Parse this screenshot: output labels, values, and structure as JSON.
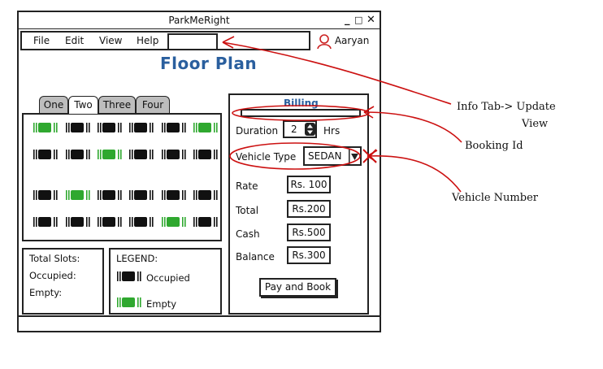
{
  "window": {
    "title": "ParkMeRight",
    "controls": {
      "minimize": "_",
      "maximize": "□",
      "close": "✕"
    }
  },
  "menu": {
    "items": [
      "File",
      "Edit",
      "View",
      "Help"
    ]
  },
  "user": {
    "name": "Aaryan",
    "icon": "user-icon"
  },
  "page": {
    "title": "Floor Plan"
  },
  "floors": {
    "tabs": [
      "One",
      "Two",
      "Three",
      "Four"
    ],
    "active": "Two"
  },
  "slots": {
    "rows": [
      [
        "empty",
        "occupied",
        "occupied",
        "occupied",
        "occupied",
        "empty"
      ],
      [
        "occupied",
        "occupied",
        "empty",
        "occupied",
        "occupied",
        "occupied"
      ],
      [
        "occupied",
        "empty",
        "occupied",
        "occupied",
        "occupied",
        "occupied"
      ],
      [
        "occupied",
        "occupied",
        "occupied",
        "occupied",
        "empty",
        "occupied"
      ]
    ],
    "colors": {
      "occupied": "#111111",
      "empty": "#2fa82f"
    }
  },
  "stats": {
    "total_label": "Total Slots:",
    "occupied_label": "Occupied:",
    "empty_label": "Empty:"
  },
  "legend": {
    "title": "LEGEND:",
    "occupied": "Occupied",
    "empty": "Empty"
  },
  "billing": {
    "title": "Billing",
    "duration_label": "Duration",
    "duration_value": "2",
    "duration_unit": "Hrs",
    "vehicle_type_label": "Vehicle Type",
    "vehicle_type_value": "SEDAN",
    "rate_label": "Rate",
    "rate_value": "Rs. 100",
    "total_label": "Total",
    "total_value": "Rs.200",
    "cash_label": "Cash",
    "cash_value": "Rs.500",
    "balance_label": "Balance",
    "balance_value": "Rs.300",
    "pay_button": "Pay and Book"
  },
  "annotations": {
    "info_tab_line1": "Info Tab-> Update",
    "info_tab_line2": "View",
    "booking_id": "Booking Id",
    "vehicle_number": "Vehicle Number",
    "color": "#cc1111"
  }
}
